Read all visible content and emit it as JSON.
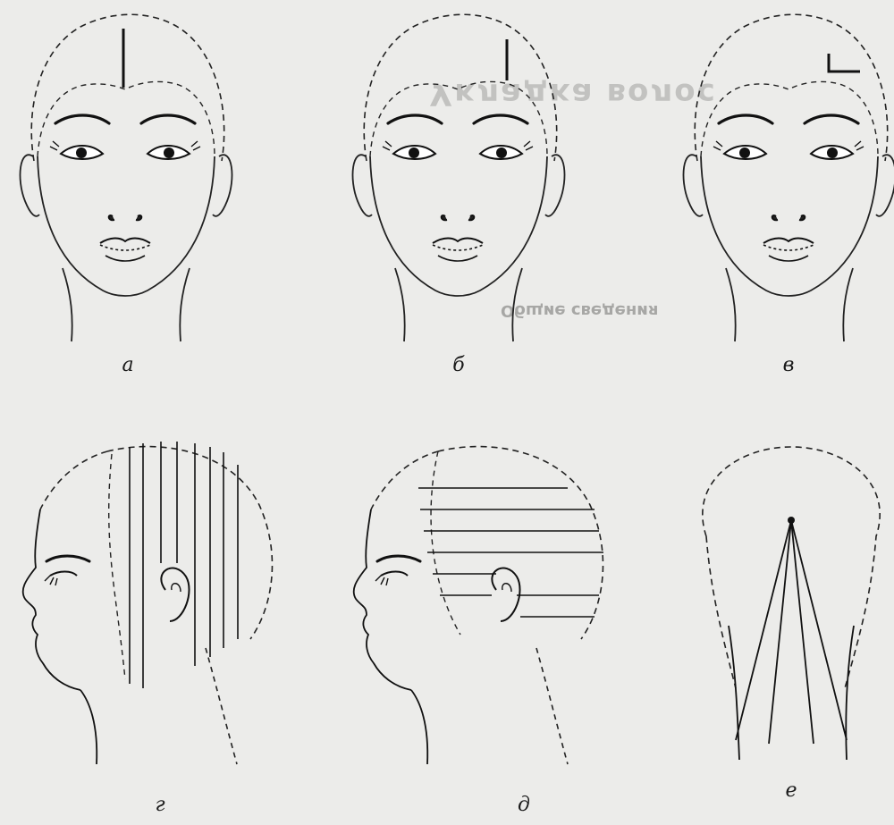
{
  "captions": {
    "a": "а",
    "b": "б",
    "v": "в",
    "g": "г",
    "d": "д",
    "e": "е"
  }
}
